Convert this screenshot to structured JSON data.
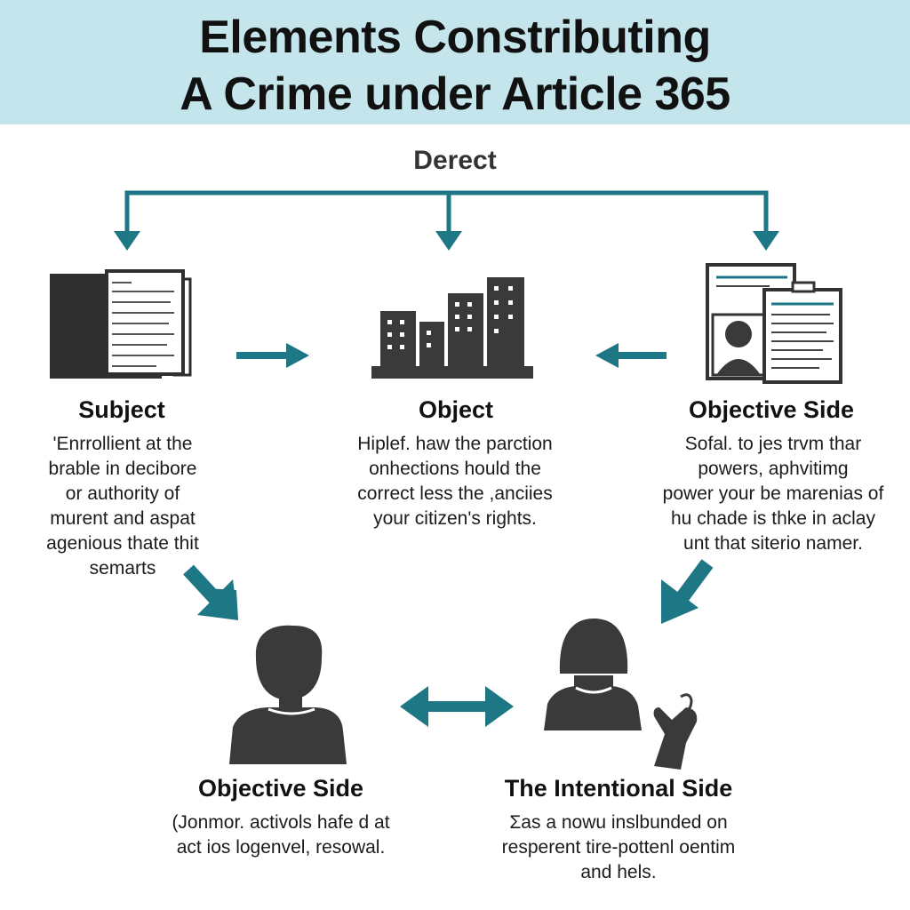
{
  "header": {
    "title_line1": "Elements Constributing",
    "title_line2": "A Crime under Article 365"
  },
  "top_label": "Derect",
  "colors": {
    "header_bg": "#c5e5ec",
    "accent": "#1d7784",
    "icon": "#3a3a3a"
  },
  "nodes": {
    "subject": {
      "title": "Subject",
      "icon": "document-stack-icon",
      "text": "ʹEnrrollient at the\nbrable in decibore\nor authority of\nmurent and aspat\nagenious thate thit\nsemarts"
    },
    "object": {
      "title": "Object",
      "icon": "city-buildings-icon",
      "text": "Hiplef. haw the parction\nonhections hould the\ncorrect less the ,anciies\nyour citizen's rights."
    },
    "objective_side_top": {
      "title": "Objective Side",
      "icon": "id-document-icon",
      "text": "Sofal. to jes trvm thar\npowers, aphvitimg\npower your be marenias of\nhu chade is thke in aclay\nunt that siterio namer."
    },
    "objective_side_bottom": {
      "title": "Objective Side",
      "icon": "person-male-icon",
      "text": "(Jonmor. activols hafe d at\nact ios logenvel, resowal."
    },
    "intentional_side": {
      "title": "The Intentional Side",
      "icon": "person-female-hand-icon",
      "text": "Ʃas a nowu inslbunded on\nresperent tire-pottenl oentim\nand hels."
    }
  }
}
